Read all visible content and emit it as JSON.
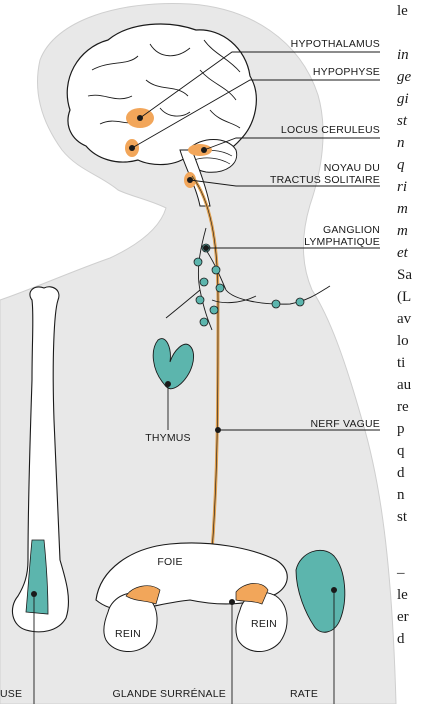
{
  "colors": {
    "silhouette": "#e8e8e8",
    "orange": "#f2a65a",
    "teal": "#5cb5ad",
    "nerve": "#e0a050",
    "line": "#1a1a1a"
  },
  "labels": {
    "hypothalamus": "HYPOTHALAMUS",
    "hypophyse": "HYPOPHYSE",
    "locus_ceruleus": "LOCUS CERULEUS",
    "noyau_line1": "NOYAU DU",
    "noyau_line2": "TRACTUS SOLITAIRE",
    "ganglion_line1": "GANGLION",
    "ganglion_line2": "LYMPHATIQUE",
    "thymus": "THYMUS",
    "nerf_vague": "NERF VAGUE",
    "foie": "FOIE",
    "rein_left": "REIN",
    "rein_right": "REIN",
    "moelle": "USE",
    "glande": "GLANDE SURRÉNALE",
    "rate": "RATE"
  },
  "side_text": [
    {
      "text": "le",
      "style": "normal"
    },
    {
      "text": "",
      "style": "normal"
    },
    {
      "text": "in",
      "style": "italic"
    },
    {
      "text": "ge",
      "style": "italic"
    },
    {
      "text": "gi",
      "style": "italic"
    },
    {
      "text": "st",
      "style": "italic"
    },
    {
      "text": "n",
      "style": "italic"
    },
    {
      "text": "q",
      "style": "italic"
    },
    {
      "text": "ri",
      "style": "italic"
    },
    {
      "text": "m",
      "style": "italic"
    },
    {
      "text": "m",
      "style": "italic"
    },
    {
      "text": "et",
      "style": "italic"
    },
    {
      "text": "Sa",
      "style": "normal"
    },
    {
      "text": "(L",
      "style": "normal"
    },
    {
      "text": "av",
      "style": "normal"
    },
    {
      "text": "lo",
      "style": "normal"
    },
    {
      "text": "ti",
      "style": "normal"
    },
    {
      "text": "au",
      "style": "normal"
    },
    {
      "text": "re",
      "style": "normal"
    },
    {
      "text": "p",
      "style": "normal"
    },
    {
      "text": "q",
      "style": "normal"
    },
    {
      "text": "d",
      "style": "normal"
    },
    {
      "text": "n",
      "style": "normal"
    },
    {
      "text": "st",
      "style": "normal"
    },
    {
      "text": "",
      "style": "normal"
    },
    {
      "text": "–",
      "style": "normal"
    },
    {
      "text": "le",
      "style": "normal"
    },
    {
      "text": "er",
      "style": "normal"
    },
    {
      "text": "d",
      "style": "normal"
    }
  ]
}
